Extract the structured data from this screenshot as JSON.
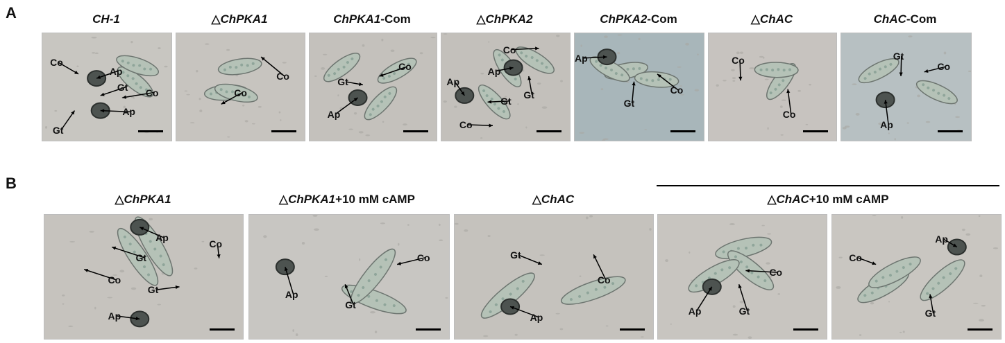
{
  "panels": {
    "A": {
      "letter": "A",
      "images": [
        {
          "prefix": "",
          "strain": "CH-1",
          "suffix": "",
          "labels": [
            "Co",
            "Ap",
            "Gt",
            "Co",
            "Ap",
            "Gt"
          ]
        },
        {
          "prefix": "△",
          "strain": "ChPKA1",
          "suffix": "",
          "labels": [
            "Co",
            "Co"
          ]
        },
        {
          "prefix": "",
          "strain": "ChPKA1",
          "suffix": "-Com",
          "labels": [
            "Gt",
            "Co",
            "Ap"
          ]
        },
        {
          "prefix": "△",
          "strain": "ChPKA2",
          "suffix": "",
          "labels": [
            "Co",
            "Ap",
            "Gt",
            "Ap",
            "Gt",
            "Co"
          ]
        },
        {
          "prefix": "",
          "strain": "ChPKA2",
          "suffix": "-Com",
          "labels": [
            "Ap",
            "Gt",
            "Co"
          ]
        },
        {
          "prefix": "△",
          "strain": "ChAC",
          "suffix": "",
          "labels": [
            "Co",
            "Co"
          ]
        },
        {
          "prefix": "",
          "strain": "ChAC",
          "suffix": "-Com",
          "labels": [
            "Gt",
            "Co",
            "Ap"
          ]
        }
      ]
    },
    "B": {
      "letter": "B",
      "images": [
        {
          "prefix": "△",
          "strain": "ChPKA1",
          "suffix": "",
          "labels": [
            "Ap",
            "Gt",
            "Co",
            "Co",
            "Gt",
            "Ap"
          ]
        },
        {
          "prefix": "△",
          "strain": "ChPKA1",
          "suffix": "+10 mM cAMP",
          "labels": [
            "Co",
            "Ap",
            "Gt"
          ]
        },
        {
          "prefix": "△",
          "strain": "ChAC",
          "suffix": "",
          "labels": [
            "Gt",
            "Co",
            "Ap"
          ]
        }
      ],
      "group": {
        "prefix": "△",
        "strain": "ChAC",
        "suffix": "+10 mM cAMP"
      },
      "group_images": [
        {
          "labels": [
            "Co",
            "Ap",
            "Gt"
          ]
        },
        {
          "labels": [
            "Ap",
            "Co",
            "Gt"
          ]
        }
      ]
    }
  },
  "colors": {
    "micrograph_bg": "#c9c5c0",
    "micrograph_bg_blue": "#a9b8bd",
    "cell": "#9fb0a6",
    "appressorium": "#4a4e4c"
  }
}
